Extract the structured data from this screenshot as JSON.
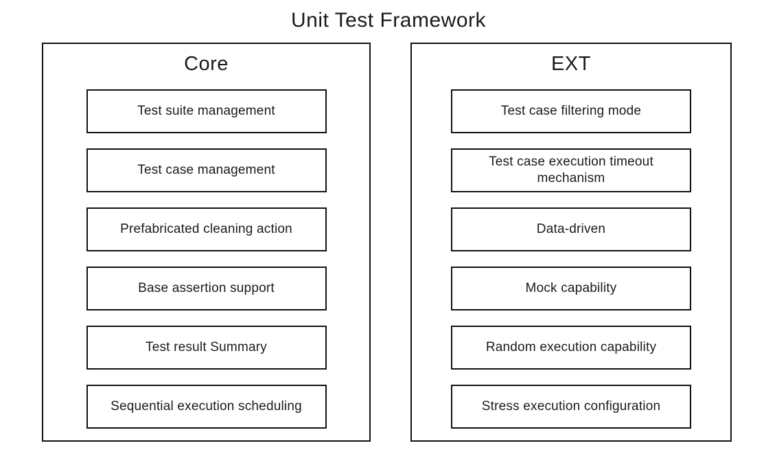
{
  "title": "Unit Test Framework",
  "diagram": {
    "columns": [
      {
        "heading": "Core",
        "items": [
          "Test suite management",
          "Test case management",
          "Prefabricated cleaning action",
          "Base assertion support",
          "Test result Summary",
          "Sequential execution scheduling"
        ]
      },
      {
        "heading": "EXT",
        "items": [
          "Test case filtering mode",
          "Test case execution timeout\nmechanism",
          "Data-driven",
          "Mock capability",
          "Random execution capability",
          "Stress execution configuration"
        ]
      }
    ]
  },
  "colors": {
    "background": "#ffffff",
    "border": "#111111",
    "text": "#1a1a1a"
  }
}
